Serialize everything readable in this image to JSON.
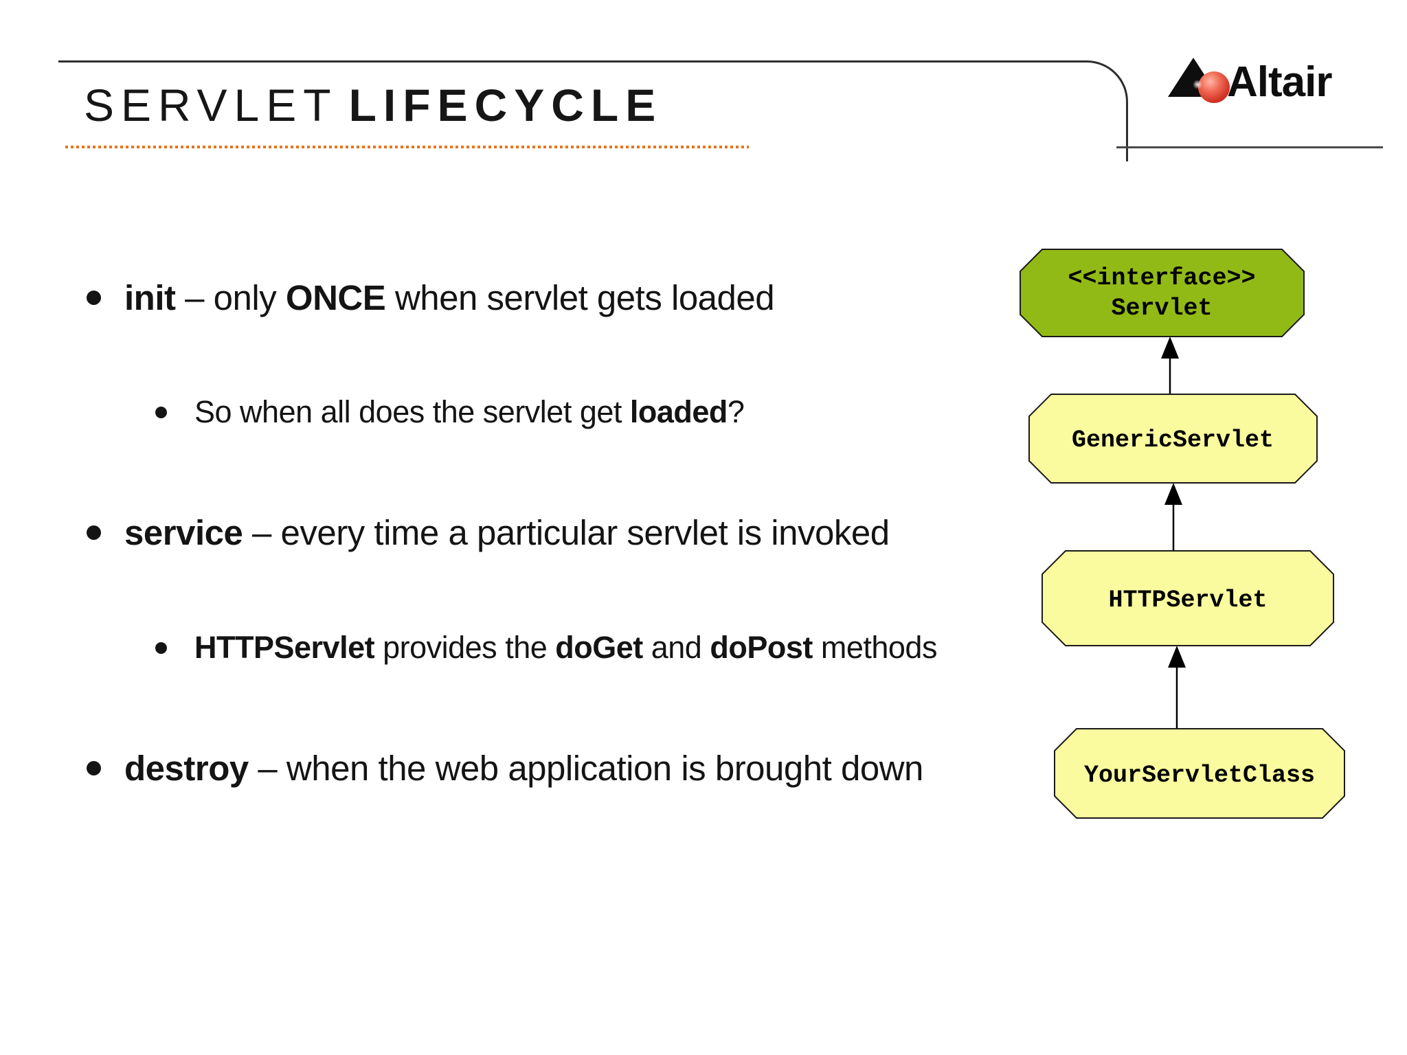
{
  "header": {
    "title_regular": "SERVLET",
    "title_bold": "LIFECYCLE",
    "underline_color": "#e6741c",
    "rule_color": "#2e2e2e"
  },
  "logo": {
    "text": "Altair",
    "triangle_color": "#0e0e0e",
    "ball_color": "#d03222"
  },
  "bullets": [
    {
      "level": 1,
      "segments": [
        {
          "text": "init",
          "bold": true
        },
        {
          "text": " – only ",
          "bold": false
        },
        {
          "text": "ONCE",
          "bold": true
        },
        {
          "text": " when servlet gets loaded",
          "bold": false
        }
      ]
    },
    {
      "level": 2,
      "segments": [
        {
          "text": "So when all does the servlet get ",
          "bold": false
        },
        {
          "text": "loaded",
          "bold": true
        },
        {
          "text": "?",
          "bold": false
        }
      ]
    },
    {
      "level": 1,
      "segments": [
        {
          "text": "service",
          "bold": true
        },
        {
          "text": " – every time a particular servlet is invoked",
          "bold": false
        }
      ]
    },
    {
      "level": 2,
      "segments": [
        {
          "text": "HTTPServlet",
          "bold": true
        },
        {
          "text": " provides the ",
          "bold": false
        },
        {
          "text": "doGet",
          "bold": true
        },
        {
          "text": " and ",
          "bold": false
        },
        {
          "text": "doPost",
          "bold": true
        },
        {
          "text": " methods",
          "bold": false
        }
      ]
    },
    {
      "level": 1,
      "segments": [
        {
          "text": "destroy",
          "bold": true
        },
        {
          "text": " – when the web application is brought down",
          "bold": false
        }
      ]
    }
  ],
  "diagram": {
    "boxes": [
      {
        "lines": [
          "<<interface>>",
          "Servlet"
        ],
        "fill": "#92ba16"
      },
      {
        "lines": [
          "GenericServlet"
        ],
        "fill": "#fafa9e"
      },
      {
        "lines": [
          "HTTPServlet"
        ],
        "fill": "#fafa9e"
      },
      {
        "lines": [
          "YourServletClass"
        ],
        "fill": "#fafa9e"
      }
    ],
    "arrow_color": "#000000",
    "border_color": "#1a1a1a"
  }
}
